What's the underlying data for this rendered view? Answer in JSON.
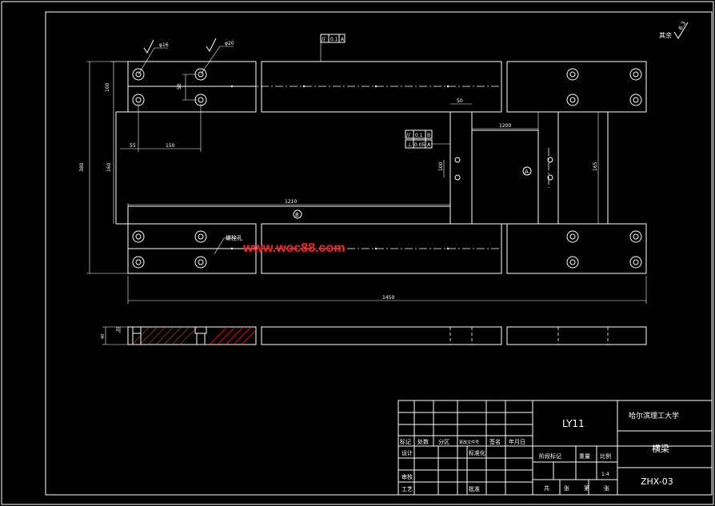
{
  "drawing": {
    "roughness": "6.3",
    "roughness_note": "其余",
    "tol_top": {
      "sym": "//",
      "val": "0.1",
      "ref": "A"
    },
    "tol_mid1": {
      "sym": "//",
      "val": "0.1",
      "ref": "B"
    },
    "tol_mid2": {
      "sym": "⊥",
      "val": "0.05",
      "ref": "A"
    },
    "dims": {
      "hole1": "φ16",
      "hole2": "φ20",
      "d_left_small": "100",
      "d_top_small": "50",
      "d_vertical_total": "380",
      "d_vertical_inner": "160",
      "d_55": "55",
      "d_150": "150",
      "d_1210": "1210",
      "d_1450": "1450",
      "d_50b": "50",
      "d_100b": "100",
      "d_1200": "1200",
      "d_165": "165",
      "d_section_a": "20",
      "d_section_b": "40"
    },
    "marker_b": "B",
    "marker_a": "A",
    "callout": "螺栓孔",
    "watermark": "www.woc88.com"
  },
  "title_block": {
    "material": "LY11",
    "school": "哈尔滨理工大学",
    "part_name": "横梁",
    "drawing_no": "ZHX-03",
    "scale": "1:4",
    "hdr_mark": "标记",
    "hdr_count": "处数",
    "hdr_zone": "分区",
    "hdr_change": "更改文件号",
    "hdr_sign": "签名",
    "hdr_date": "年月日",
    "row_design": "设计",
    "row_std": "标准化",
    "row_check": "审核",
    "row_craft": "工艺",
    "row_approve": "批准",
    "stage_mark": "阶段标记",
    "weight": "重量",
    "ratio": "比例",
    "sheets_total": "共",
    "sheets_unit1": "张",
    "sheets_no": "第",
    "sheets_unit2": "张"
  }
}
